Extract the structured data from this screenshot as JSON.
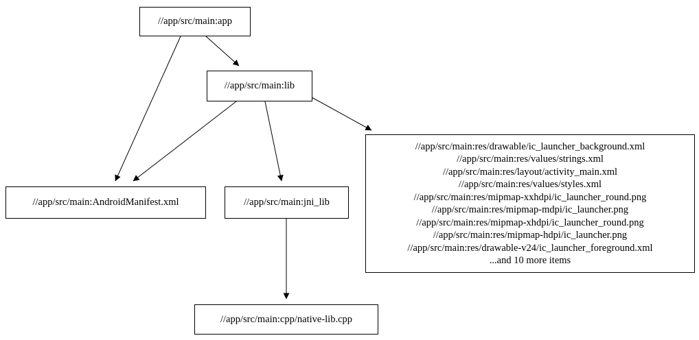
{
  "diagram": {
    "type": "dependency-graph",
    "nodes": {
      "app": {
        "label": "//app/src/main:app"
      },
      "lib": {
        "label": "//app/src/main:lib"
      },
      "android_manifest": {
        "label": "//app/src/main:AndroidManifest.xml"
      },
      "jni_lib": {
        "label": "//app/src/main:jni_lib"
      },
      "res_group": {
        "lines": [
          "//app/src/main:res/drawable/ic_launcher_background.xml",
          "//app/src/main:res/values/strings.xml",
          "//app/src/main:res/layout/activity_main.xml",
          "//app/src/main:res/values/styles.xml",
          "//app/src/main:res/mipmap-xxhdpi/ic_launcher_round.png",
          "//app/src/main:res/mipmap-mdpi/ic_launcher.png",
          "//app/src/main:res/mipmap-xhdpi/ic_launcher_round.png",
          "//app/src/main:res/mipmap-hdpi/ic_launcher.png",
          "//app/src/main:res/drawable-v24/ic_launcher_foreground.xml",
          "...and 10 more items"
        ]
      },
      "native_lib_cpp": {
        "label": "//app/src/main:cpp/native-lib.cpp"
      }
    },
    "edges": [
      {
        "from": "app",
        "to": "lib"
      },
      {
        "from": "app",
        "to": "android_manifest"
      },
      {
        "from": "lib",
        "to": "android_manifest"
      },
      {
        "from": "lib",
        "to": "jni_lib"
      },
      {
        "from": "lib",
        "to": "res_group"
      },
      {
        "from": "jni_lib",
        "to": "native_lib_cpp"
      }
    ],
    "colors": {
      "node_border": "#000000",
      "node_fill": "#ffffff",
      "edge": "#000000",
      "background": "#ffffff"
    }
  }
}
